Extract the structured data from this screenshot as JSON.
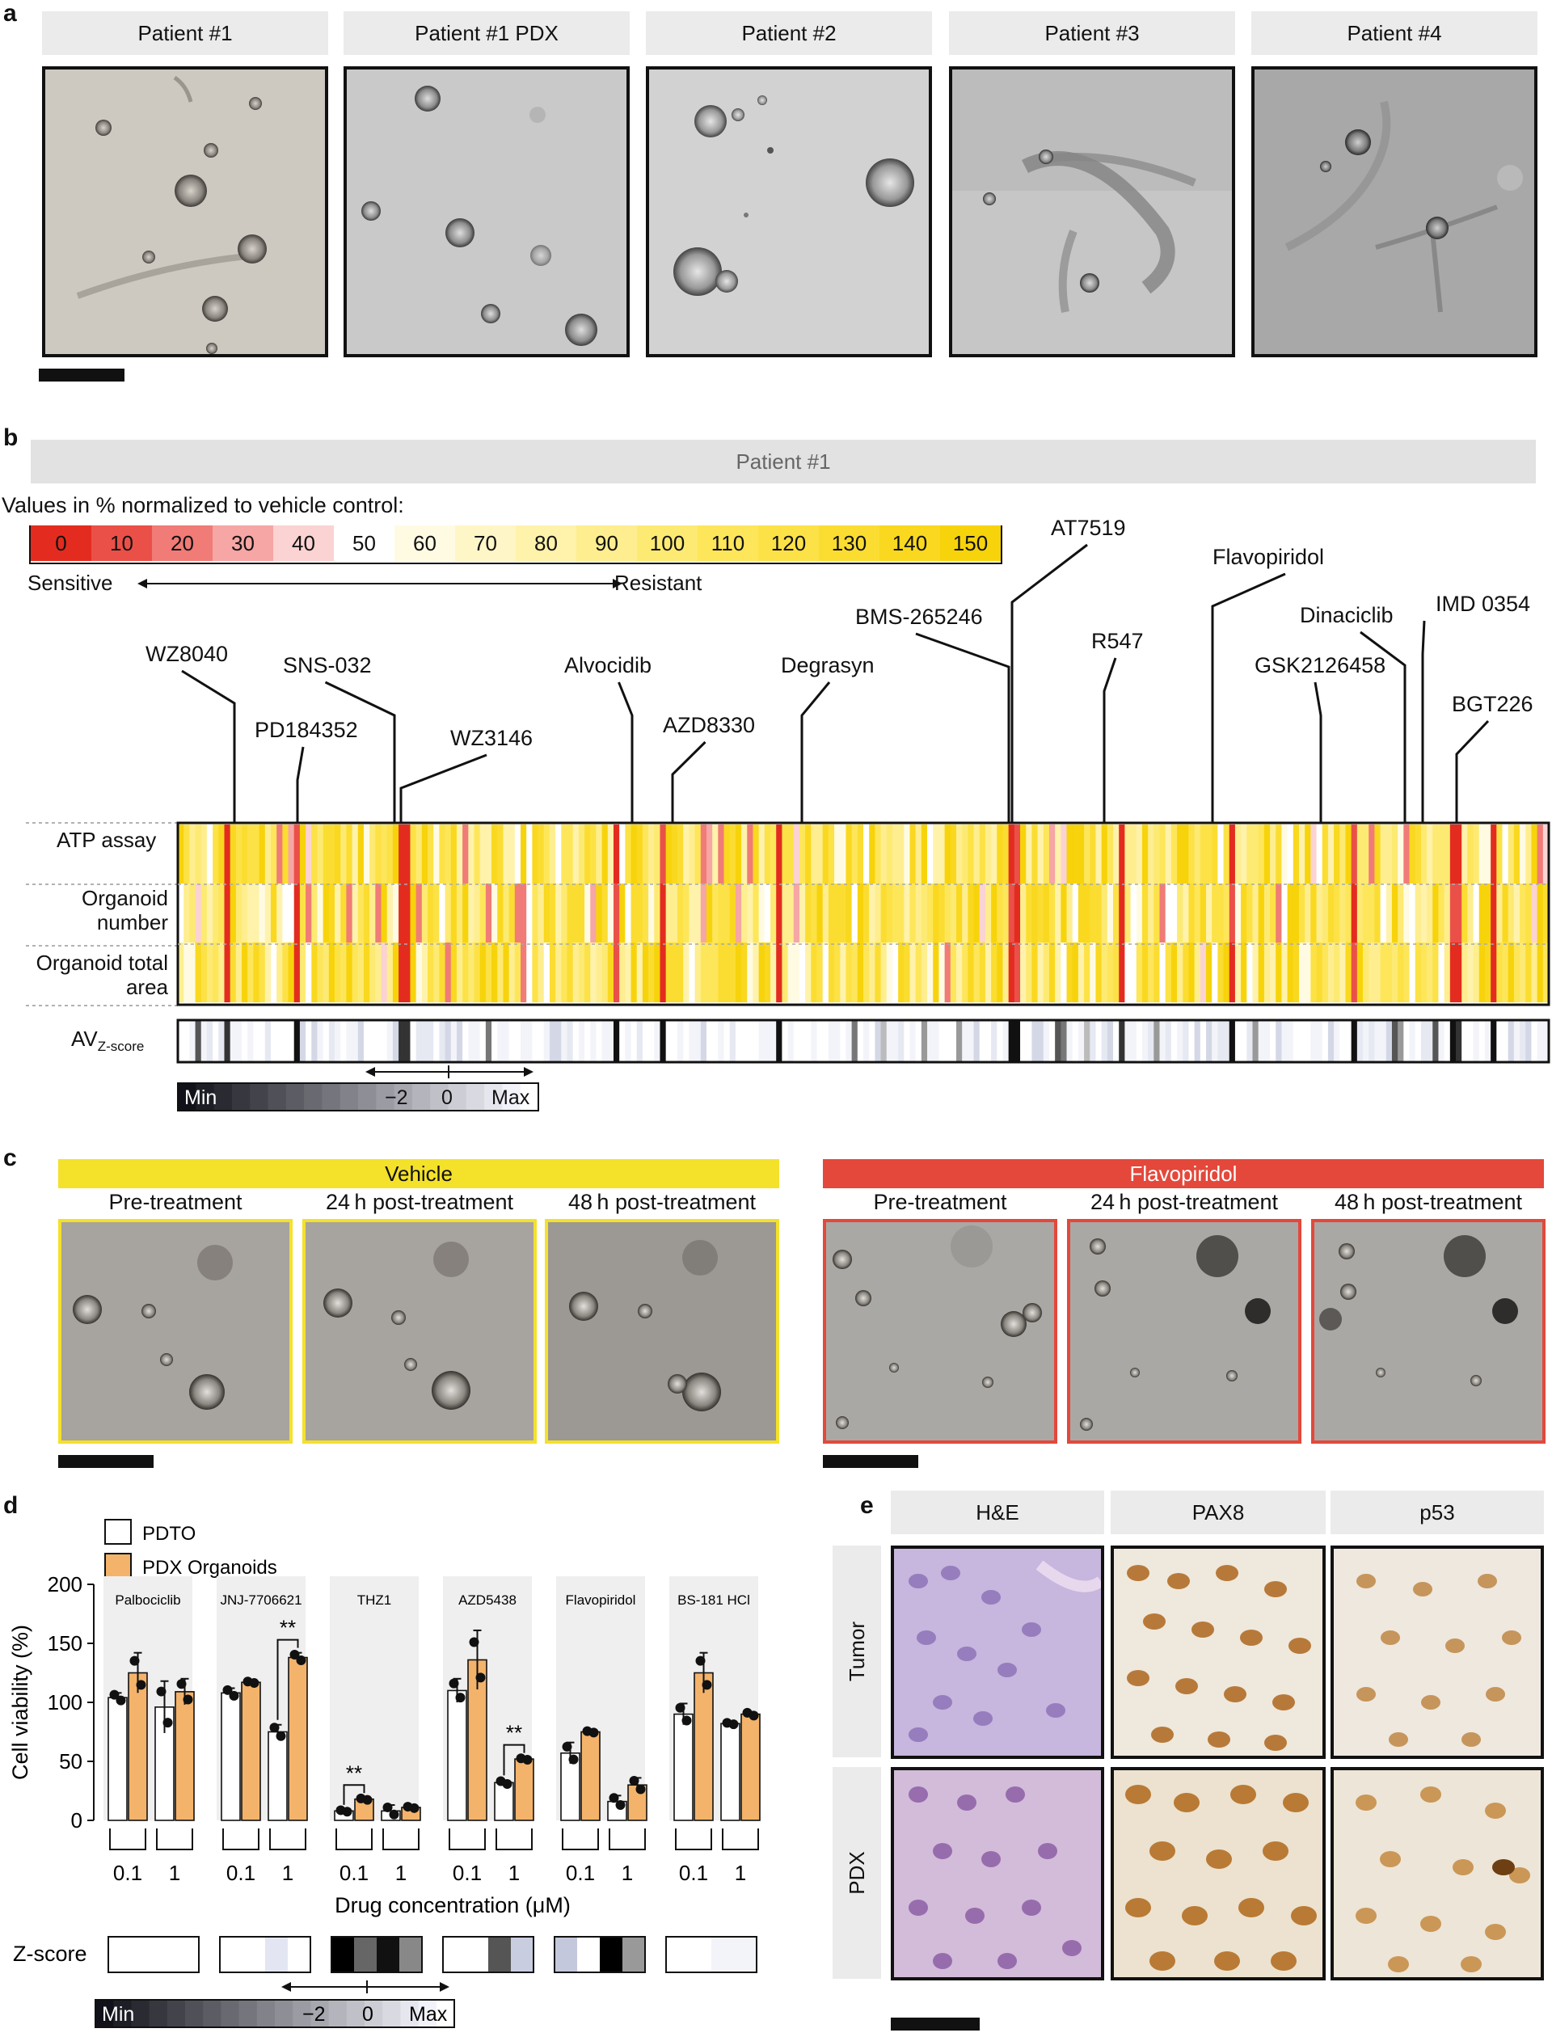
{
  "panel_labels": {
    "a": "a",
    "b": "b",
    "c": "c",
    "d": "d",
    "e": "e"
  },
  "panel_a": {
    "headers": [
      "Patient #1",
      "Patient #1 PDX",
      "Patient #2",
      "Patient #3",
      "Patient #4"
    ]
  },
  "panel_b": {
    "header": "Patient #1",
    "legend_title": "Values in % normalized to vehicle control:",
    "scale_values": [
      "0",
      "10",
      "20",
      "30",
      "40",
      "50",
      "60",
      "70",
      "80",
      "90",
      "100",
      "110",
      "120",
      "130",
      "140",
      "150"
    ],
    "scale_colors": [
      "#e32c1f",
      "#ea5048",
      "#f07b77",
      "#f6a6a4",
      "#fbd3d2",
      "#ffffff",
      "#fffbe3",
      "#fff6c7",
      "#fff2ab",
      "#feee8f",
      "#fdea73",
      "#fde65a",
      "#fce246",
      "#fbdd32",
      "#f9d81f",
      "#f7d30b"
    ],
    "sensitive": "Sensitive",
    "resistant": "Resistant",
    "row_labels": [
      "ATP assay",
      "Organoid number",
      "Organoid total area"
    ],
    "zscore_label": "AV",
    "zscore_sub": "Z-score",
    "zscale": {
      "min": "Min",
      "mid": "−2",
      "zero": "0",
      "max": "Max"
    },
    "compounds": [
      "WZ8040",
      "PD184352",
      "SNS-032",
      "WZ3146",
      "Alvocidib",
      "AZD8330",
      "Degrasyn",
      "BMS-265246",
      "AT7519",
      "R547",
      "Flavopiridol",
      "GSK2126458",
      "Dinaciclib",
      "IMD 0354",
      "BGT226"
    ]
  },
  "panel_c": {
    "vehicle": {
      "header": "Vehicle",
      "color": "#f4e12a",
      "timepoints": [
        "Pre-treatment",
        "24 h post-treatment",
        "48 h post-treatment"
      ]
    },
    "flavopiridol": {
      "header": "Flavopiridol",
      "color": "#e3483b",
      "timepoints": [
        "Pre-treatment",
        "24 h post-treatment",
        "48 h post-treatment"
      ]
    }
  },
  "panel_d": {
    "legend": [
      "PDTO",
      "PDX Organoids"
    ],
    "zscore_label": "Z-score",
    "zscale": {
      "min": "Min",
      "mid": "−2",
      "zero": "0",
      "max": "Max"
    },
    "significance": "**"
  },
  "chart_data": {
    "type": "bar",
    "title": "",
    "xlabel": "Drug concentration (μM)",
    "ylabel": "Cell viability (%)",
    "ylim": [
      0,
      200
    ],
    "yticks": [
      0,
      50,
      100,
      150,
      200
    ],
    "drugs": [
      "Palbociclib",
      "JNJ-7706621",
      "THZ1",
      "AZD5438",
      "Flavopiridol",
      "BS-181 HCl"
    ],
    "concentrations": [
      "0.1",
      "1"
    ],
    "series": [
      {
        "name": "PDTO",
        "color": "#ffffff",
        "values": [
          [
            104,
            96
          ],
          [
            108,
            75
          ],
          [
            8,
            8
          ],
          [
            110,
            32
          ],
          [
            57,
            16
          ],
          [
            90,
            82
          ]
        ],
        "errors": [
          [
            4,
            22
          ],
          [
            4,
            6
          ],
          [
            1,
            5
          ],
          [
            10,
            2
          ],
          [
            9,
            5
          ],
          [
            9,
            1
          ]
        ]
      },
      {
        "name": "PDX Organoids",
        "color": "#f4b36b",
        "values": [
          [
            125,
            109
          ],
          [
            117,
            138
          ],
          [
            18,
            11
          ],
          [
            136,
            52
          ],
          [
            75,
            30
          ],
          [
            125,
            90
          ]
        ],
        "errors": [
          [
            17,
            11
          ],
          [
            1,
            4
          ],
          [
            1,
            1
          ],
          [
            25,
            1
          ],
          [
            1,
            6
          ],
          [
            17,
            2
          ]
        ]
      }
    ],
    "significant_pairs": [
      [
        1,
        1
      ],
      [
        2,
        0
      ],
      [
        3,
        1
      ]
    ]
  },
  "panel_e": {
    "columns": [
      "H&E",
      "PAX8",
      "p53"
    ],
    "rows": [
      "Tumor",
      "PDX"
    ]
  }
}
